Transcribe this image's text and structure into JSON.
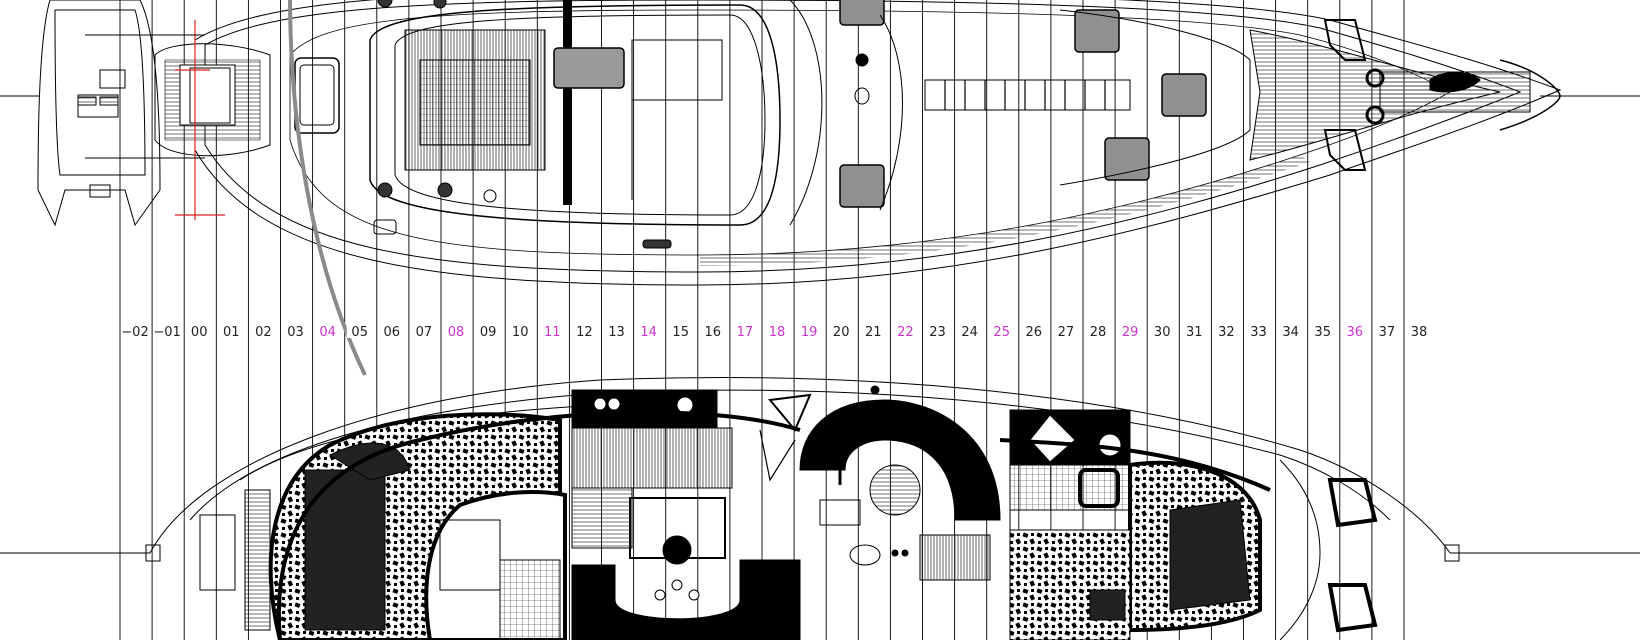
{
  "drawing": {
    "title": "",
    "stations": [
      {
        "label": "−02",
        "highlight": false
      },
      {
        "label": "−01",
        "highlight": false
      },
      {
        "label": "00",
        "highlight": false
      },
      {
        "label": "01",
        "highlight": false
      },
      {
        "label": "02",
        "highlight": false
      },
      {
        "label": "03",
        "highlight": false
      },
      {
        "label": "04",
        "highlight": true
      },
      {
        "label": "05",
        "highlight": false
      },
      {
        "label": "06",
        "highlight": false
      },
      {
        "label": "07",
        "highlight": false
      },
      {
        "label": "08",
        "highlight": true
      },
      {
        "label": "09",
        "highlight": false
      },
      {
        "label": "10",
        "highlight": false
      },
      {
        "label": "11",
        "highlight": true
      },
      {
        "label": "12",
        "highlight": false
      },
      {
        "label": "13",
        "highlight": false
      },
      {
        "label": "14",
        "highlight": true
      },
      {
        "label": "15",
        "highlight": false
      },
      {
        "label": "16",
        "highlight": false
      },
      {
        "label": "17",
        "highlight": true
      },
      {
        "label": "18",
        "highlight": true
      },
      {
        "label": "19",
        "highlight": true
      },
      {
        "label": "20",
        "highlight": false
      },
      {
        "label": "21",
        "highlight": false
      },
      {
        "label": "22",
        "highlight": true
      },
      {
        "label": "23",
        "highlight": false
      },
      {
        "label": "24",
        "highlight": false
      },
      {
        "label": "25",
        "highlight": true
      },
      {
        "label": "26",
        "highlight": false
      },
      {
        "label": "27",
        "highlight": false
      },
      {
        "label": "28",
        "highlight": false
      },
      {
        "label": "29",
        "highlight": true
      },
      {
        "label": "30",
        "highlight": false
      },
      {
        "label": "31",
        "highlight": false
      },
      {
        "label": "32",
        "highlight": false
      },
      {
        "label": "33",
        "highlight": false
      },
      {
        "label": "34",
        "highlight": false
      },
      {
        "label": "35",
        "highlight": false
      },
      {
        "label": "36",
        "highlight": true
      },
      {
        "label": "37",
        "highlight": false
      },
      {
        "label": "38",
        "highlight": false
      }
    ],
    "colors": {
      "ink": "#000000",
      "background": "#ffffff",
      "highlight_label": "#cc33cc",
      "normal_label": "#222222",
      "hatch_gray": "#8a8a8a",
      "hatch_fill": "#909090",
      "guide_red": "#dd2222"
    },
    "views": [
      "deck-plan",
      "interior-plan"
    ],
    "icons": [
      "dinghy-icon",
      "anchor-icon",
      "compass-icon"
    ]
  }
}
